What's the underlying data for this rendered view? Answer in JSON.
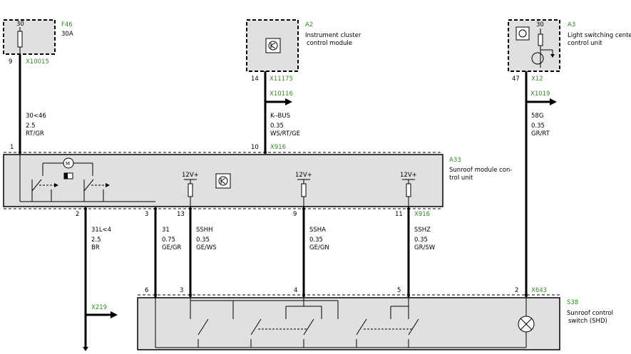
{
  "colors": {
    "background": "#ffffff",
    "wire": "#000000",
    "component_fill": "#e0e0e0",
    "connector_label": "#2f8a1f"
  },
  "components": {
    "f46": {
      "ref": "F46",
      "pin": "30",
      "rating": "30A",
      "connector": "X10015",
      "out_pin": "9"
    },
    "a2": {
      "ref": "A2",
      "line1": "Instrument cluster",
      "line2": "control module",
      "pin": "14",
      "connector": "X11175"
    },
    "a3": {
      "ref": "A3",
      "line1": "Light switching center",
      "line2": "control unit",
      "pin": "30",
      "out_pin": "47",
      "connector": "X12"
    },
    "a33": {
      "ref": "A33",
      "line1": "Sunroof module con-",
      "line2": "trol unit",
      "motor": "M",
      "supply": "12V+"
    },
    "s38": {
      "ref": "S38",
      "line1": "Sunroof control",
      "line2": "switch (SHD)"
    }
  },
  "connectors": {
    "x10116": "X10116",
    "x1019": "X1019",
    "x916": "X916",
    "x916b": "X916",
    "x643": "X643",
    "x219": "X219"
  },
  "wires": {
    "w1": {
      "pin_top": "1",
      "signal": "30<46",
      "size": "2.5",
      "color": "RT/GR"
    },
    "w10": {
      "pin_top": "10",
      "signal": "K--BUS",
      "size": "0.35",
      "color": "WS/RT/GE"
    },
    "w58": {
      "signal": "58G",
      "size": "0.35",
      "color": "GR/RT"
    },
    "w2": {
      "pin": "2",
      "signal": "31L<4",
      "size": "2.5",
      "color": "BR"
    },
    "w3": {
      "pin": "3",
      "signal": "31",
      "size": "0.75",
      "color": "GE/GR",
      "pin_bottom": "6"
    },
    "w13": {
      "pin": "13",
      "signal": "SSHH",
      "size": "0.35",
      "color": "GE/WS",
      "pin_bottom": "3"
    },
    "w9": {
      "pin": "9",
      "signal": "SSHA",
      "size": "0.35",
      "color": "GE/GN",
      "pin_bottom": "4"
    },
    "w11": {
      "pin": "11",
      "signal": "SSHZ",
      "size": "0.35",
      "color": "GR/SW",
      "pin_bottom": "5"
    },
    "wlamp": {
      "pin_bottom": "2"
    }
  }
}
